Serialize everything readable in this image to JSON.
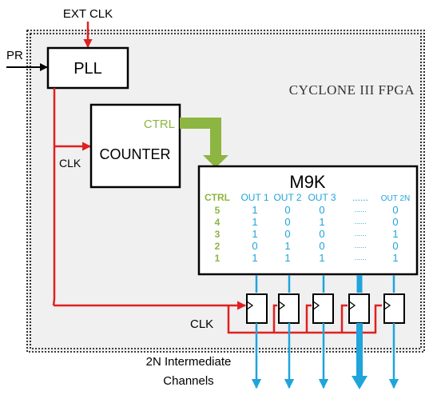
{
  "labels": {
    "ext_clk": "EXT CLK",
    "pr": "PR",
    "pll": "PLL",
    "fpga": "CYCLONE III FPGA",
    "counter": "COUNTER",
    "counter_ctrl": "CTRL",
    "clk_left": "CLK",
    "clk_bottom": "CLK",
    "m9k": "M9K",
    "outputs_line1": "2N Intermediate",
    "outputs_line2": "Channels"
  },
  "m9k_table": {
    "ctrl_header": "CTRL",
    "columns": [
      "OUT 1",
      "OUT 2",
      "OUT 3",
      "......",
      "OUT 2N"
    ],
    "rows": [
      {
        "ctrl": "5",
        "values": [
          "1",
          "0",
          "0",
          "......",
          "0"
        ]
      },
      {
        "ctrl": "4",
        "values": [
          "1",
          "0",
          "1",
          "......",
          "0"
        ]
      },
      {
        "ctrl": "3",
        "values": [
          "1",
          "0",
          "0",
          "......",
          "1"
        ]
      },
      {
        "ctrl": "2",
        "values": [
          "0",
          "1",
          "0",
          "......",
          "0"
        ]
      },
      {
        "ctrl": "1",
        "values": [
          "1",
          "1",
          "1",
          "......",
          "1"
        ]
      }
    ]
  },
  "colors": {
    "clock": "#e02020",
    "ctrl": "#8db541",
    "output": "#1fa4dc",
    "fpga_fill": "#f0f0f0",
    "border": "#000000"
  }
}
